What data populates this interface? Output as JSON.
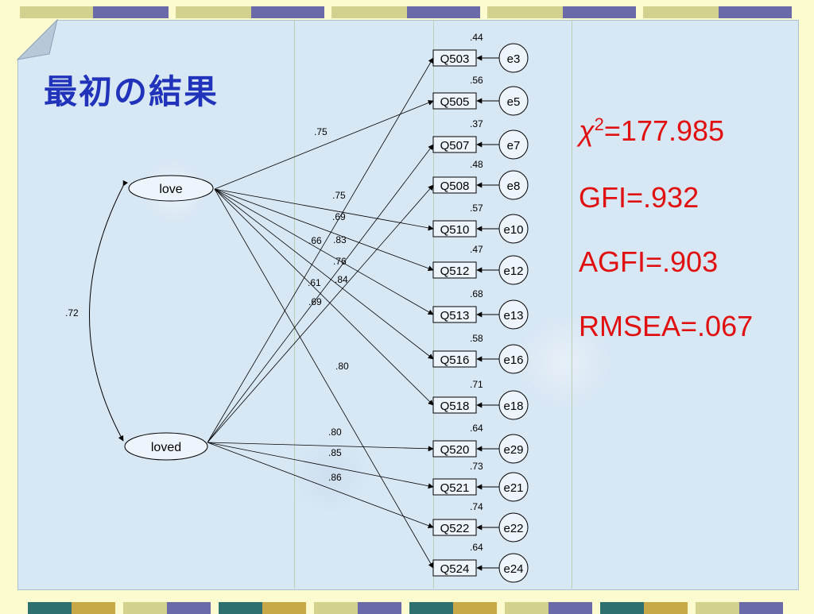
{
  "slide": {
    "title": "最初の結果"
  },
  "fit": {
    "chi_symbol": "χ",
    "chi_sup": "2",
    "chi_value": "=177.985",
    "gfi": "GFI=.932",
    "agfi": "AGFI=.903",
    "rmsea": "RMSEA=.067"
  },
  "colors": {
    "title": "#2233bb",
    "stats": "#e01010",
    "panel": "#d8e7f4"
  },
  "model": {
    "latents": [
      {
        "id": "love",
        "label": "love"
      },
      {
        "id": "loved",
        "label": "loved"
      }
    ],
    "latent_correlation": ".72",
    "items": [
      {
        "label": "Q503",
        "error": "e3",
        "r2": ".44",
        "factor": "loved",
        "loading": ".66"
      },
      {
        "label": "Q505",
        "error": "e5",
        "r2": ".56",
        "factor": "love",
        "loading": ".75"
      },
      {
        "label": "Q507",
        "error": "e7",
        "r2": ".37",
        "factor": "loved",
        "loading": ".61"
      },
      {
        "label": "Q508",
        "error": "e8",
        "r2": ".48",
        "factor": "loved",
        "loading": ".69"
      },
      {
        "label": "Q510",
        "error": "e10",
        "r2": ".57",
        "factor": "love",
        "loading": ".75"
      },
      {
        "label": "Q512",
        "error": "e12",
        "r2": ".47",
        "factor": "love",
        "loading": ".69"
      },
      {
        "label": "Q513",
        "error": "e13",
        "r2": ".68",
        "factor": "love",
        "loading": ".83"
      },
      {
        "label": "Q516",
        "error": "e16",
        "r2": ".58",
        "factor": "love",
        "loading": ".76"
      },
      {
        "label": "Q518",
        "error": "e18",
        "r2": ".71",
        "factor": "love",
        "loading": ".84"
      },
      {
        "label": "Q520",
        "error": "e29",
        "r2": ".64",
        "factor": "loved",
        "loading": ".80"
      },
      {
        "label": "Q521",
        "error": "e21",
        "r2": ".73",
        "factor": "loved",
        "loading": ".85"
      },
      {
        "label": "Q522",
        "error": "e22",
        "r2": ".74",
        "factor": "loved",
        "loading": ".86"
      },
      {
        "label": "Q524",
        "error": "e24",
        "r2": ".64",
        "factor": "love",
        "loading": ".80"
      }
    ]
  }
}
